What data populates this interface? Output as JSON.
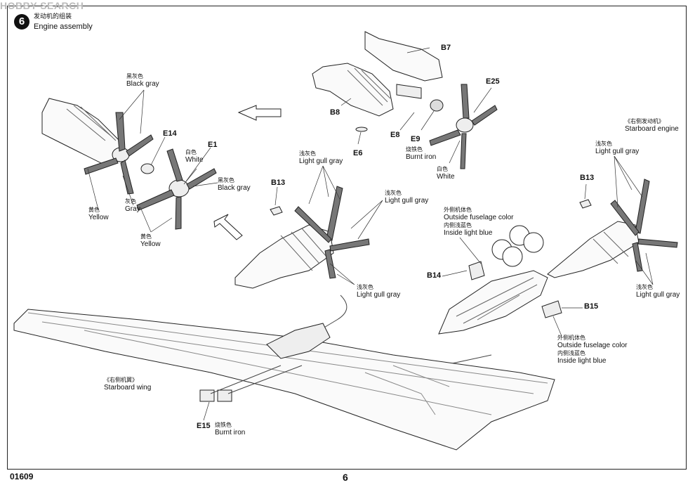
{
  "watermark": "HOBBY SEARCH",
  "step": {
    "number": "6",
    "title_zh": "发动机的组装",
    "title_en": "Engine assembly"
  },
  "parts": {
    "b7": "B7",
    "b8": "B8",
    "e25": "E25",
    "e8": "E8",
    "e9": "E9",
    "e6": "E6",
    "e14": "E14",
    "e1": "E1",
    "b13_center": "B13",
    "b13_right": "B13",
    "b14": "B14",
    "b15": "B15",
    "e15": "E15"
  },
  "colors": {
    "black_gray_top": {
      "zh": "黑灰色",
      "en": "Black gray"
    },
    "white_left": {
      "zh": "白色",
      "en": "White"
    },
    "black_gray_mid": {
      "zh": "黑灰色",
      "en": "Black gray"
    },
    "gray": {
      "zh": "灰色",
      "en": "Gray"
    },
    "yellow_1": {
      "zh": "黄色",
      "en": "Yellow"
    },
    "yellow_2": {
      "zh": "黄色",
      "en": "Yellow"
    },
    "burnt_iron_e9": {
      "zh": "烧铁色",
      "en": "Burnt iron"
    },
    "white_e25": {
      "zh": "白色",
      "en": "White"
    },
    "lgg_center_top": {
      "zh": "浅灰色",
      "en": "Light gull gray"
    },
    "lgg_center_right": {
      "zh": "浅灰色",
      "en": "Light gull gray"
    },
    "lgg_center_bottom": {
      "zh": "浅灰色",
      "en": "Light gull gray"
    },
    "lgg_right_top": {
      "zh": "浅灰色",
      "en": "Light gull gray"
    },
    "lgg_right_bottom": {
      "zh": "浅灰色",
      "en": "Light gull gray"
    },
    "fuselage_b14": {
      "zh1": "外侧机体色",
      "en1": "Outside fuselage color",
      "zh2": "内侧浅蓝色",
      "en2": "Inside light blue"
    },
    "fuselage_b15": {
      "zh1": "外侧机体色",
      "en1": "Outside fuselage color",
      "zh2": "内侧浅蓝色",
      "en2": "Inside light blue"
    },
    "burnt_iron_e15": {
      "zh": "烧铁色",
      "en": "Burnt iron"
    }
  },
  "subassemblies": {
    "starboard_engine": {
      "zh": "《右侧发动机》",
      "en": "Starboard engine"
    },
    "starboard_wing": {
      "zh": "《右侧机翼》",
      "en": "Starboard wing"
    }
  },
  "footer": {
    "kit_number": "01609",
    "page_number": "6"
  }
}
